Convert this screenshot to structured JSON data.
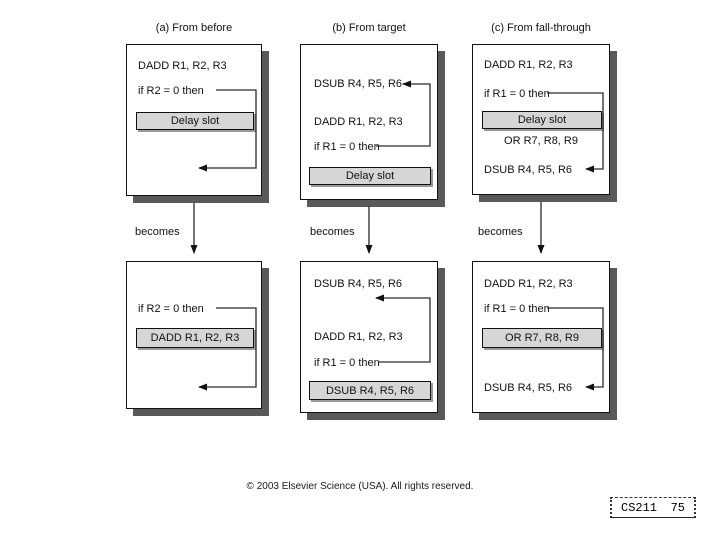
{
  "colors": {
    "background": "#ffffff",
    "box_shadow": "#595959",
    "slot_fill": "#d6d6d6",
    "arrow": "#222222"
  },
  "panels": [
    {
      "id": "a",
      "title": "(a) From before",
      "becomes": "becomes",
      "top": {
        "line1": "DADD R1, R2, R3",
        "line2": "if R2 = 0 then",
        "slot": "Delay slot"
      },
      "bottom": {
        "line1": "if R2 = 0 then",
        "slot": "DADD R1, R2, R3"
      }
    },
    {
      "id": "b",
      "title": "(b) From target",
      "becomes": "becomes",
      "top": {
        "line1": "DSUB R4, R5, R6",
        "line2": "DADD R1, R2, R3",
        "line3": "if R1 = 0 then",
        "slot": "Delay slot"
      },
      "bottom": {
        "line1": "DSUB R4, R5, R6",
        "line2": "DADD R1, R2, R3",
        "line3": "if R1 = 0 then",
        "slot": "DSUB R4, R5, R6"
      }
    },
    {
      "id": "c",
      "title": "(c) From fall-through",
      "becomes": "becomes",
      "top": {
        "line1": "DADD R1, R2, R3",
        "line2": "if R1 = 0 then",
        "slot": "Delay slot",
        "line3": "OR R7, R8, R9",
        "line4": "DSUB R4, R5, R6"
      },
      "bottom": {
        "line1": "DADD R1, R2, R3",
        "line2": "if R1 = 0 then",
        "slot": "OR R7, R8, R9",
        "line3": "DSUB R4, R5, R6"
      }
    }
  ],
  "footer": {
    "copyright": "© 2003 Elsevier Science (USA). All rights reserved.",
    "course": "CS211",
    "slide_number": "75"
  }
}
